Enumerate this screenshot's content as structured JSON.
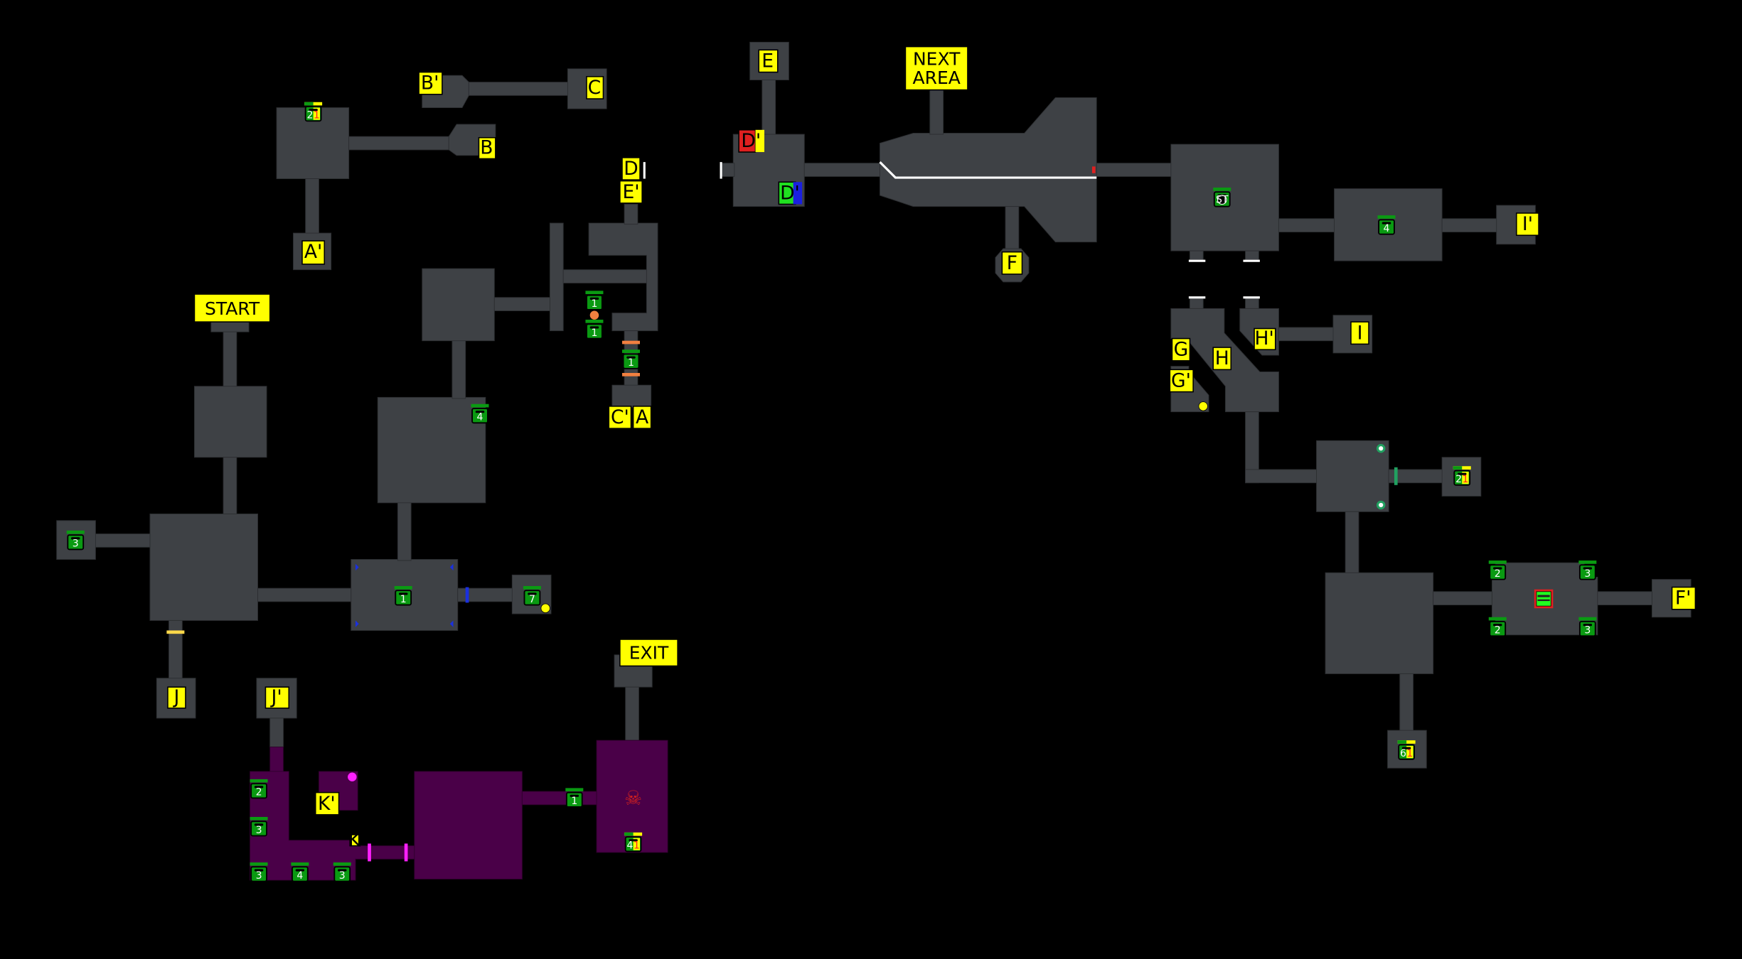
{
  "map": {
    "title": "Dungeon Area Map",
    "colors": {
      "background": "#000000",
      "room": "#3e4145",
      "poison_room": "#4a0048",
      "label_bg": "#ffff00",
      "chest": "#0a9a12",
      "special_chest_border": "#e02020"
    },
    "markers": {
      "start": "START",
      "exit": "EXIT",
      "next_area": [
        "NEXT",
        "AREA"
      ]
    },
    "warp_labels": {
      "A": "A",
      "A_prime": "A'",
      "B": "B",
      "B_prime": "B'",
      "C": "C",
      "C_prime": "C'",
      "D": "D",
      "D_prime_red": "D'",
      "D_prime_green": "D'",
      "E": "E",
      "E_prime": "E'",
      "F": "F",
      "F_prime": "F'",
      "G": "G",
      "G_prime": "G'",
      "H": "H",
      "H_prime": "H'",
      "I": "I",
      "I_prime": "I'",
      "J": "J",
      "J_prime": "J'",
      "K": "K",
      "K_prime": "K'"
    },
    "chests": [
      {
        "id": "c-top-left",
        "count": "2",
        "extra": "1",
        "type": "split"
      },
      {
        "id": "c-d-area-1",
        "count": "1",
        "type": "normal"
      },
      {
        "id": "c-d-area-2",
        "count": "1",
        "type": "normal"
      },
      {
        "id": "c-d-area-3",
        "count": "1",
        "type": "normal"
      },
      {
        "id": "c-mid-room",
        "count": "4",
        "type": "normal"
      },
      {
        "id": "c-west",
        "count": "3",
        "type": "normal"
      },
      {
        "id": "c-hub",
        "count": "1",
        "type": "normal"
      },
      {
        "id": "c-east-small",
        "count": "7",
        "type": "normal"
      },
      {
        "id": "c-st",
        "count": "ST",
        "type": "stopwatch"
      },
      {
        "id": "c-i-room",
        "count": "4",
        "type": "normal"
      },
      {
        "id": "c-right-small",
        "count": "2",
        "extra": "1",
        "type": "split"
      },
      {
        "id": "c-boss-nw",
        "count": "2",
        "type": "normal"
      },
      {
        "id": "c-boss-ne",
        "count": "3",
        "type": "normal"
      },
      {
        "id": "c-boss-sw",
        "count": "2",
        "type": "normal"
      },
      {
        "id": "c-boss-se",
        "count": "3",
        "type": "normal"
      },
      {
        "id": "c-bottom-right",
        "count": "6",
        "extra": "1",
        "type": "split"
      },
      {
        "id": "c-poison-1",
        "count": "2",
        "type": "normal"
      },
      {
        "id": "c-poison-2",
        "count": "3",
        "type": "normal"
      },
      {
        "id": "c-poison-3",
        "count": "3",
        "type": "normal"
      },
      {
        "id": "c-poison-4",
        "count": "4",
        "type": "normal"
      },
      {
        "id": "c-poison-5",
        "count": "3",
        "type": "normal"
      },
      {
        "id": "c-poison-6",
        "count": "1",
        "type": "normal"
      },
      {
        "id": "c-exit-room",
        "count": "4",
        "extra": "1",
        "type": "split"
      }
    ],
    "icons": {
      "boss": "skull-crossbones",
      "special_chest": "big-chest",
      "switch_orange": "orange-orb",
      "switch_yellow": "yellow-orb",
      "switch_magenta": "magenta-orb",
      "eye_switch": "eye-switch"
    }
  }
}
